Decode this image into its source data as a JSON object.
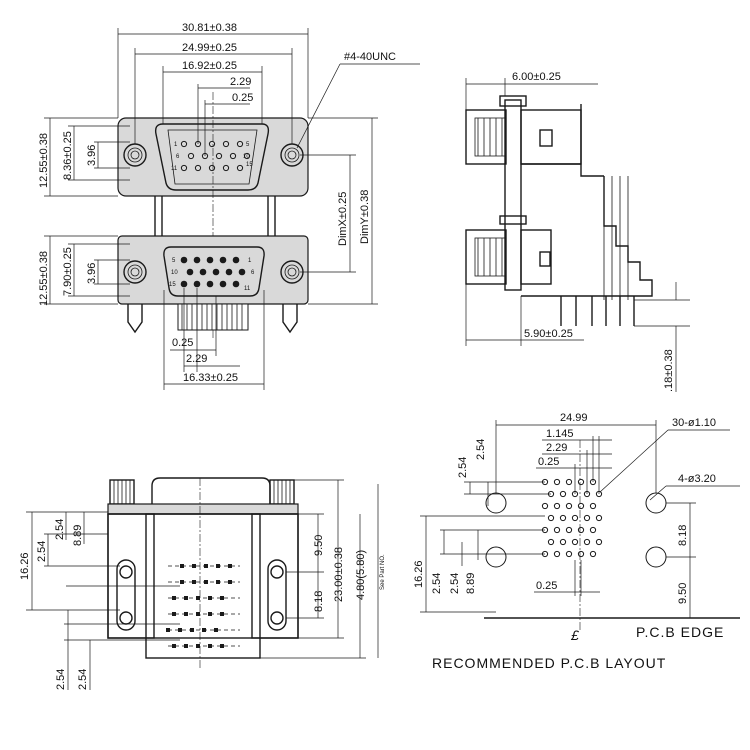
{
  "front_view": {
    "dim_overall": "30.81±0.38",
    "dim_flange": "24.99±0.25",
    "dim_top_shell": "16.92±0.25",
    "dim_pitch_top": "2.29",
    "dim_offset_top": "0.25",
    "thread_note": "#4-40UNC",
    "dim_upper_height": "12.55±0.38",
    "dim_upper_a": "8.36±0.25",
    "dim_upper_b": "3.96",
    "dim_lower_height": "12.55±0.38",
    "dim_lower_a": "7.90±0.25",
    "dim_lower_b": "3.96",
    "dim_x": "DimX±0.25",
    "dim_y": "DimY±0.38",
    "dim_offset_bottom": "0.25",
    "dim_pitch_bottom": "2.29",
    "dim_bottom_shell": "16.33±0.25",
    "upper_pin_labels": [
      "1",
      "5",
      "6",
      "10",
      "11",
      "15"
    ],
    "lower_pin_labels": [
      "5",
      "1",
      "10",
      "6",
      "15",
      "11"
    ]
  },
  "side_view": {
    "dim_top": "6.00±0.25",
    "dim_bottom": "5.90±0.25",
    "dim_pin": ".18±0.38"
  },
  "bottom_view": {
    "dim_total_height": "16.26",
    "dim_a": "2.54",
    "dim_b": "2.54",
    "dim_c": "8.89",
    "dim_d": "9.50",
    "dim_e": "8.18",
    "dim_f": "23.00±0.38",
    "dim_g": "4.80(5.80)",
    "see_part": "See Part NO.",
    "dim_bottom_a": "2.54",
    "dim_bottom_b": "2.54"
  },
  "pcb_layout": {
    "dim_width": "24.99",
    "dim_holes": "30-ø1.10",
    "dim_1145": "1.145",
    "dim_229": "2.29",
    "dim_025_top": "0.25",
    "dim_mount": "4-ø3.20",
    "dim_254_a": "2.54",
    "dim_254_b": "2.54",
    "dim_1626": "16.26",
    "dim_254_c": "2.54",
    "dim_254_d": "2.54",
    "dim_889": "8.89",
    "dim_818": "8.18",
    "dim_950": "9.50",
    "dim_025_bottom": "0.25",
    "centerline": "£",
    "edge_label": "P.C.B EDGE",
    "caption": "RECOMMENDED P.C.B LAYOUT"
  }
}
